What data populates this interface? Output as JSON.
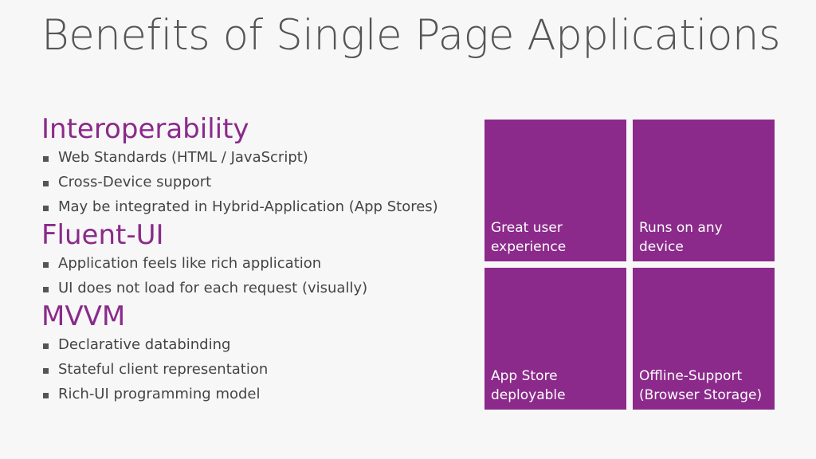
{
  "slide": {
    "title": "Benefits of Single Page Applications",
    "accent_color": "#8b2a8b",
    "sections": [
      {
        "heading": "Interoperability",
        "bullets": [
          "Web Standards (HTML / JavaScript)",
          "Cross-Device support",
          "May be integrated in Hybrid-Application (App Stores)"
        ]
      },
      {
        "heading": "Fluent-UI",
        "bullets": [
          "Application feels like rich application",
          "UI does not load for each request (visually)"
        ]
      },
      {
        "heading": "MVVM",
        "bullets": [
          "Declarative databinding",
          "Stateful client representation",
          "Rich-UI programming model"
        ]
      }
    ],
    "tiles": [
      "Great user\nexperience",
      "Runs on any device",
      "App Store\ndeployable",
      "Offline-Support\n(Browser Storage)"
    ]
  }
}
